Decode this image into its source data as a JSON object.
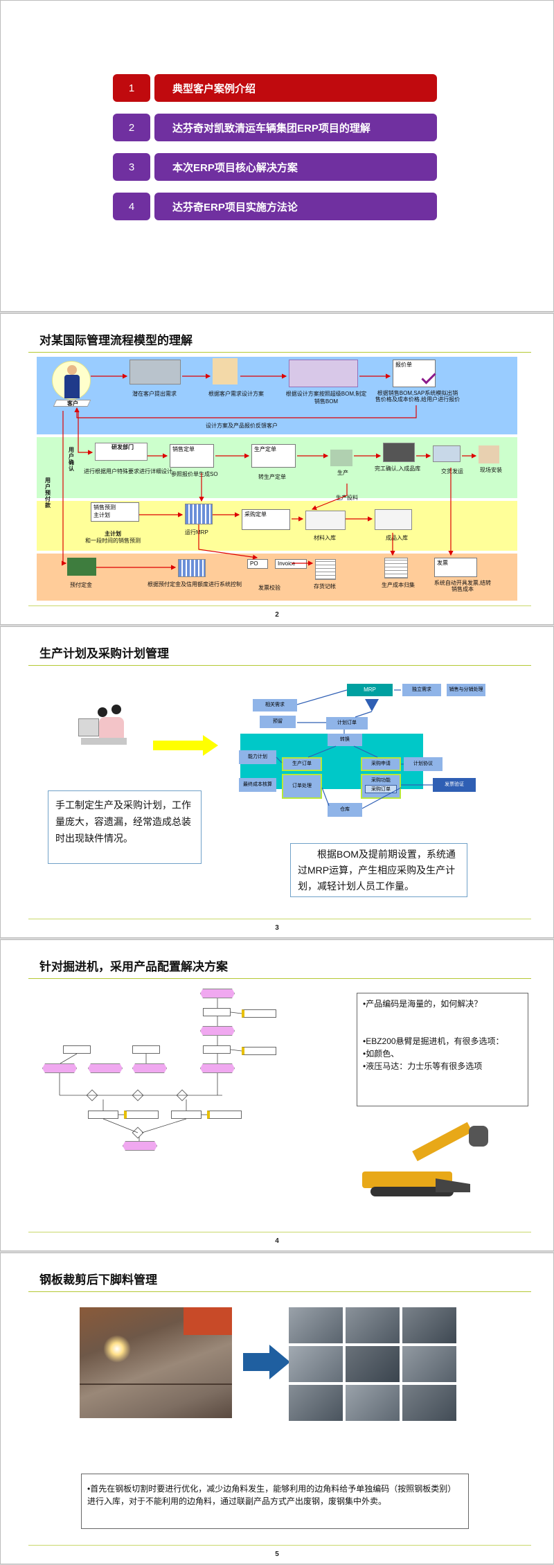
{
  "slide1": {
    "items": [
      {
        "num": "1",
        "label": "典型客户案例介绍"
      },
      {
        "num": "2",
        "label": "达芬奇对凯致清运车辆集团ERP项目的理解"
      },
      {
        "num": "3",
        "label": "本次ERP项目核心解决方案"
      },
      {
        "num": "4",
        "label": "达芬奇ERP项目实施方法论"
      }
    ]
  },
  "slide2": {
    "title": "对某国际管理流程模型的理解",
    "page": "2",
    "labels": {
      "customer": "客户",
      "pre_pay": "用户预付款",
      "confirm": "用户确认",
      "potential": "潜在客户提出需求",
      "design": "根据客户需求设计方案",
      "bom": "根据设计方案按照超级BOM,制定销售BOM",
      "quote_doc": "报价单",
      "quote_desc": "根据销售BOM,SAP系统模拟出销售价格及成本价格,给用户进行报价",
      "design_quote": "设计方案及产品报价反馈客户",
      "rd": "研发部门",
      "detail": "进行根据用户特殊要求进行详细设计",
      "sales_order": "销售定单",
      "gen_so": "参照报价单生成SO",
      "prod_order": "生产定单",
      "to_prod": "转生产定单",
      "production": "生产",
      "finish": "完工确认,入成品库",
      "ship": "交货发运",
      "install": "现场安装",
      "forecast": "销售预测",
      "mps": "主计划",
      "mps2": "主计划",
      "period_fc": "和一段时间的销售预测",
      "mrp": "运行MRP",
      "po_order": "采购定单",
      "issue": "生产投料",
      "mat_in": "材料入库",
      "fg_in": "成品入库",
      "prepay": "预付定金",
      "credit": "根据预付定金及信用额度进行系统控制",
      "po": "PO",
      "invoice": "Invoice",
      "inv_check": "发票校验",
      "inv_book": "存货记帐",
      "cost": "生产成本归集",
      "delivery": "发票",
      "auto": "系统自动开具发票,结转销售成本"
    }
  },
  "slide3": {
    "title": "生产计划及采购计划管理",
    "page": "3",
    "left_text": "手工制定生产及采购计划，工作量庞大，容遗漏，经常造成总装时出现缺件情况。",
    "right_text": "根据BOM及提前期设置，系统通过MRP运算，产生相应采购及生产计划，减轻计划人员工作量。",
    "diagram": {
      "mrp": "MRP",
      "independent": "独立需求",
      "sales": "销售与分销处理",
      "related": "相关需求",
      "plan_order": "计划订单",
      "forecast": "预留",
      "convert": "转换",
      "capacity": "能力计划",
      "prod_order": "生产订单",
      "purchase_req": "采购申请",
      "plan_agree": "计划协议",
      "order_proc": "订单处理",
      "cost": "最终成本核算",
      "po": "采购功能",
      "po2": "采购订单",
      "invoice": "发票验证",
      "stock": "仓库"
    }
  },
  "slide4": {
    "title": "针对掘进机，采用产品配置解决方案",
    "page": "4",
    "bullets": [
      "•产品编码是海量的，如何解决？",
      "•EBZ200悬臂是掘进机，有很多选项：",
      "•如颜色、",
      "•液压马达：力士乐等有很多选项"
    ]
  },
  "slide5": {
    "title": "钢板裁剪后下脚料管理",
    "page": "5",
    "text": "•首先在钢板切割时要进行优化，减少边角料发生，能够利用的边角料给予单独编码（按照钢板类别）进行入库，对于不能利用的边角料，通过联副产品方式产出废钢，废钢集中外卖。"
  },
  "colors": {
    "active": "#c00a0e",
    "inactive": "#7030a0",
    "accent_line": "#b4c832"
  }
}
